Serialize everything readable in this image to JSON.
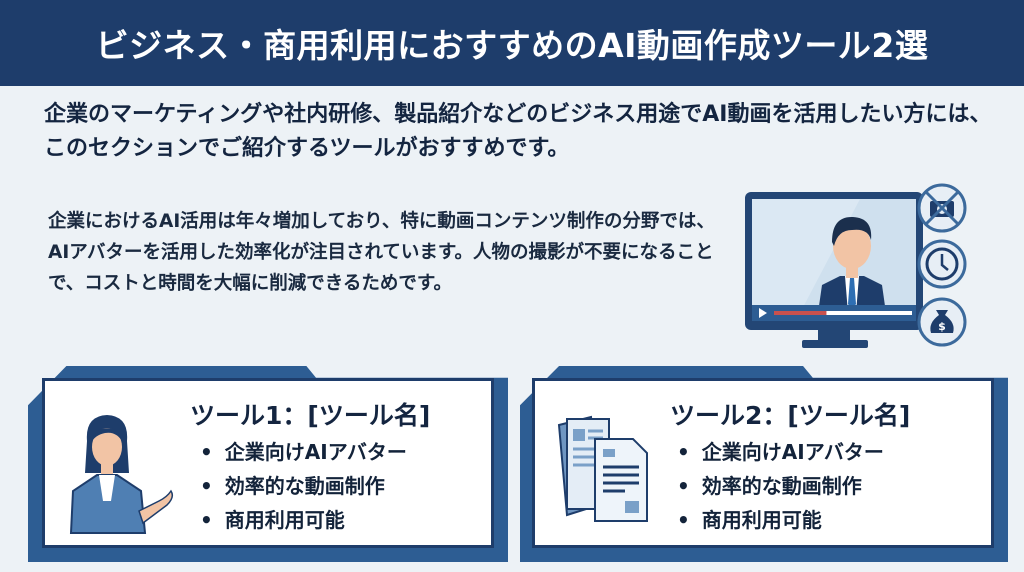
{
  "header": {
    "title": "ビジネス・商用利用におすすめのAI動画作成ツール2選"
  },
  "intro": "企業のマーケティングや社内研修、製品紹介などのビジネス用途でAI動画を活用したい方には、このセクションでご紹介するツールがおすすめです。",
  "paragraph": "企業におけるAI活用は年々増加しており、特に動画コンテンツ制作の分野では、AIアバターを活用した効率化が注目されています。人物の撮影が不要になることで、コストと時間を大幅に削減できるためです。",
  "illustration": {
    "video_progress_percent": 38,
    "icons": [
      "no-camera-icon",
      "clock-icon",
      "money-bag-icon"
    ]
  },
  "tools": [
    {
      "title": "ツール1：[ツール名]",
      "features": [
        "企業向けAIアバター",
        "効率的な動画制作",
        "商用利用可能"
      ]
    },
    {
      "title": "ツール2：[ツール名]",
      "features": [
        "企業向けAIアバター",
        "効率的な動画制作",
        "商用利用可能"
      ]
    }
  ],
  "colors": {
    "navy": "#1e3d6b",
    "accent": "#2d5d93",
    "background": "#edf2f6",
    "progress": "#c8514e"
  }
}
